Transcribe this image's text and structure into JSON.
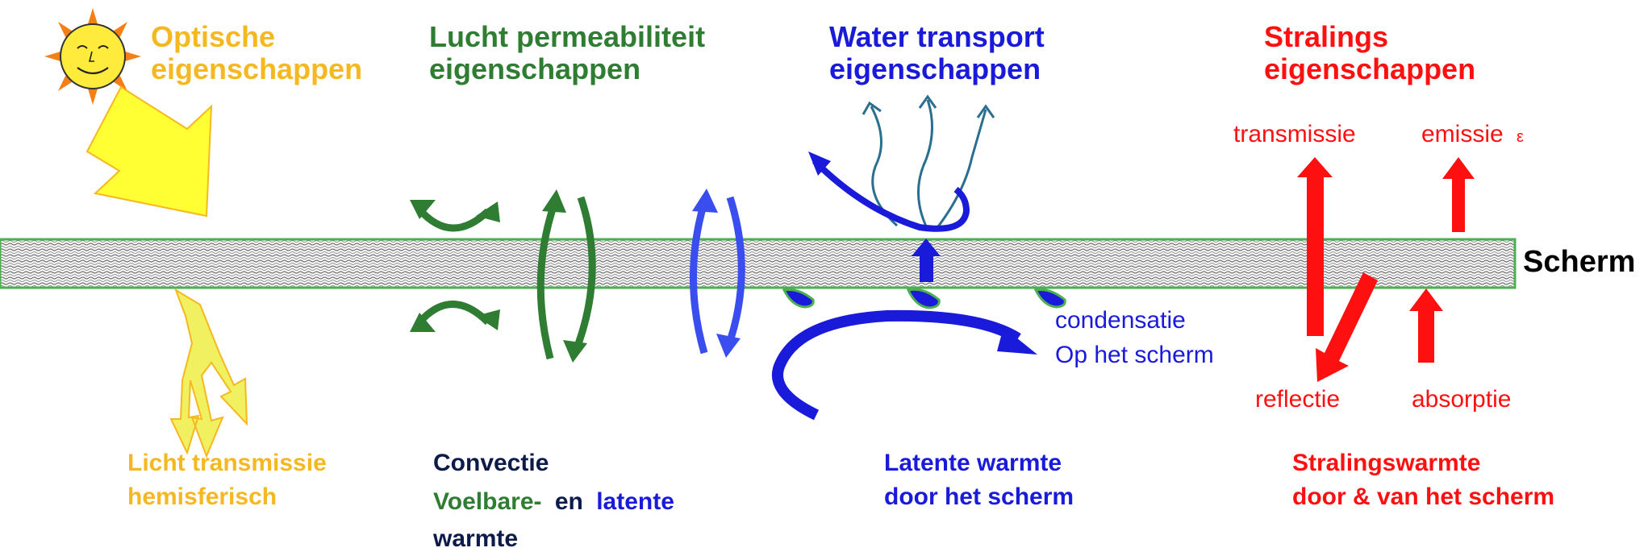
{
  "colors": {
    "optical": "#f5b820",
    "air": "#2e7d32",
    "water": "#1a1adb",
    "radiation": "#ff1010",
    "dark": "#0d1b4a",
    "screen_border": "#4caf50",
    "sun_ray": "#f57f17",
    "sun_face": "#ffeb3b",
    "light_arrow": "#ffff33",
    "light_arrow_low": "#f0f060",
    "vapour": "#2a6f8f"
  },
  "icons": {
    "sun": "smiling-sun-icon"
  },
  "headings": {
    "optical": [
      "Optische",
      "eigenschappen"
    ],
    "air": [
      "Lucht permeabiliteit",
      "eigenschappen"
    ],
    "water": [
      "Water transport",
      "eigenschappen"
    ],
    "radiation": [
      "Stralings",
      "eigenschappen"
    ]
  },
  "screen_label": "Scherm",
  "radiation_labels": {
    "transmission": "transmissie",
    "emission": "emissie",
    "epsilon": "ε",
    "reflection": "reflectie",
    "absorption": "absorptie"
  },
  "condensation": [
    "condensatie",
    "Op het scherm"
  ],
  "captions": {
    "optical": [
      "Licht transmissie",
      "hemisferisch"
    ],
    "convection_title": "Convectie",
    "convection_sensible": "Voelbare-",
    "convection_and": "en",
    "convection_latent": "latente",
    "convection_heat": "warmte",
    "latent": [
      "Latente warmte",
      "door het scherm"
    ],
    "radiation": [
      "Stralingswarmte",
      "door & van het scherm"
    ]
  }
}
